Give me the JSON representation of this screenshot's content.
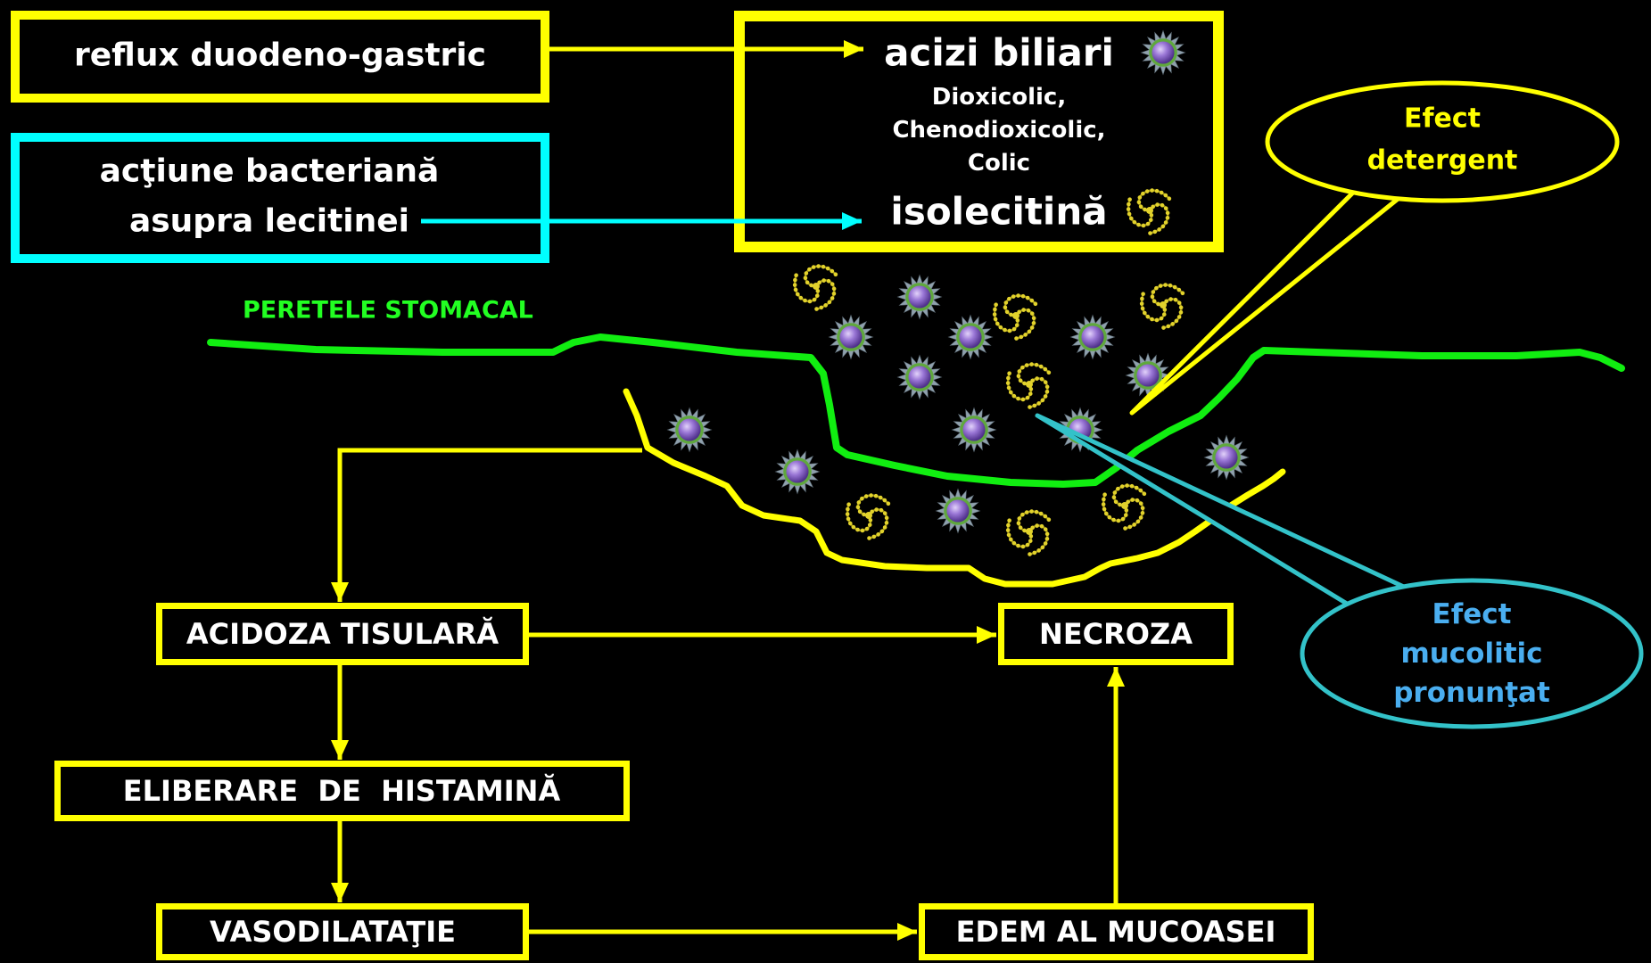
{
  "diagram": {
    "inputs": {
      "reflux": "reflux duodeno-gastric",
      "bacterial_action": [
        "acţiune bacteriană",
        "asupra lecitinei"
      ]
    },
    "agents_box": {
      "bile_acids_title": "acizi biliari",
      "bile_acids": [
        "Dioxicolic,",
        "Chenodioxicolic,",
        "Colic"
      ],
      "isolecithin": "isolecitină"
    },
    "wall_label": "PERETELE STOMACAL",
    "callouts": {
      "detergent": [
        "Efect",
        "detergent"
      ],
      "mucolytic": [
        "Efect",
        "mucolitic",
        "pronunţat"
      ]
    },
    "flow": {
      "acidosis": "ACIDOZA TISULARĂ",
      "necrosis": "NECROZA",
      "histamine": "ELIBERARE  DE  HISTAMINĂ",
      "vasodilation": "VASODILATAŢIE",
      "edema": "EDEM AL MUCOASEI"
    },
    "icons": {
      "bile_acid": "spiked-sphere-icon",
      "isolecithin": "spiral-icon"
    }
  },
  "colors": {
    "background": "#000000",
    "yellow": "#FFFF00",
    "cyan": "#00FFFF",
    "text_white": "#FFFFFF",
    "wall_green": "#11EE11",
    "label_green": "#22FF22",
    "callout_teal": "#33C2C9",
    "mucolytic_text": "#4AAEF0",
    "swirl": "#E2D22C",
    "sphere": "#9A77D6"
  }
}
